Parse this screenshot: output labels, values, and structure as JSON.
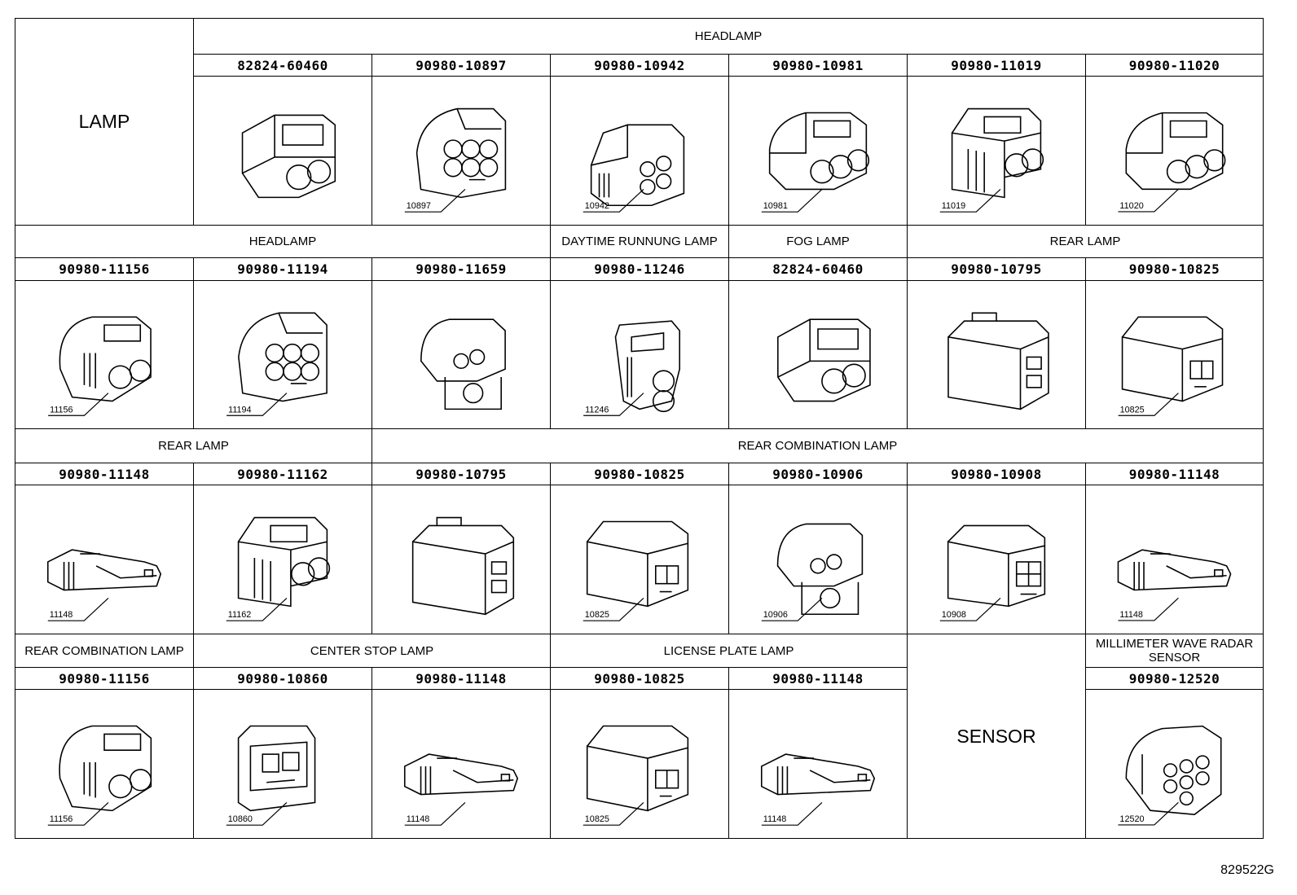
{
  "lamp_label": "LAMP",
  "sensor_label": "SENSOR",
  "diagram_id": "829522G",
  "rows": [
    {
      "groups": [
        "HEADLAMP"
      ],
      "parts": [
        "82824-60460",
        "90980-10897",
        "90980-10942",
        "90980-10981",
        "90980-11019",
        "90980-11020"
      ],
      "callouts": [
        "",
        "10897",
        "10942",
        "10981",
        "11019",
        "11020"
      ]
    },
    {
      "groups": [
        "HEADLAMP",
        "DAYTIME RUNNUNG LAMP",
        "FOG LAMP",
        "REAR LAMP"
      ],
      "parts": [
        "90980-11156",
        "90980-11194",
        "90980-11659",
        "90980-11246",
        "82824-60460",
        "90980-10795",
        "90980-10825"
      ],
      "callouts": [
        "11156",
        "11194",
        "",
        "11246",
        "",
        "",
        "10825"
      ]
    },
    {
      "groups": [
        "REAR LAMP",
        "REAR COMBINATION LAMP"
      ],
      "parts": [
        "90980-11148",
        "90980-11162",
        "90980-10795",
        "90980-10825",
        "90980-10906",
        "90980-10908",
        "90980-11148"
      ],
      "callouts": [
        "11148",
        "11162",
        "",
        "10825",
        "10906",
        "10908",
        "11148"
      ]
    },
    {
      "groups": [
        "REAR COMBINATION LAMP",
        "CENTER STOP LAMP",
        "LICENSE PLATE LAMP",
        "MILLIMETER WAVE RADAR SENSOR"
      ],
      "parts": [
        "90980-11156",
        "90980-10860",
        "90980-11148",
        "90980-10825",
        "90980-11148",
        "90980-12520"
      ],
      "callouts": [
        "11156",
        "10860",
        "11148",
        "10825",
        "11148",
        "12520"
      ]
    }
  ]
}
